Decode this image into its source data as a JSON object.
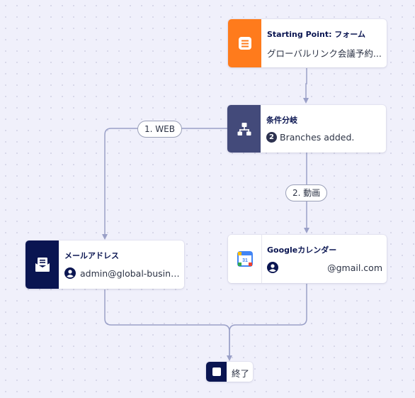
{
  "nodes": {
    "start": {
      "title": "Starting Point: フォーム",
      "subtitle": "グローバルリンク会議予約..."
    },
    "condition": {
      "title": "条件分岐",
      "branch_count": "2",
      "subtitle": "Branches added."
    },
    "email": {
      "title": "メールアドレス",
      "subtitle": "admin@global-busine..."
    },
    "calendar": {
      "title": "Googleカレンダー",
      "subtitle": "@gmail.com",
      "icon_text": "31"
    },
    "end": {
      "label": "終了"
    }
  },
  "branches": {
    "branch1": "1. WEB",
    "branch2": "2. 動画"
  },
  "icons": {
    "start": "form-icon",
    "condition": "branch-icon",
    "email": "mail-icon",
    "calendar": "google-calendar-icon",
    "end": "stop-icon",
    "user": "user-icon"
  },
  "colors": {
    "start_accent": "#ff7b1c",
    "condition_accent": "#434a7a",
    "email_accent": "#0a1551",
    "end_accent": "#0a1551",
    "connector": "#9aa0c8"
  }
}
